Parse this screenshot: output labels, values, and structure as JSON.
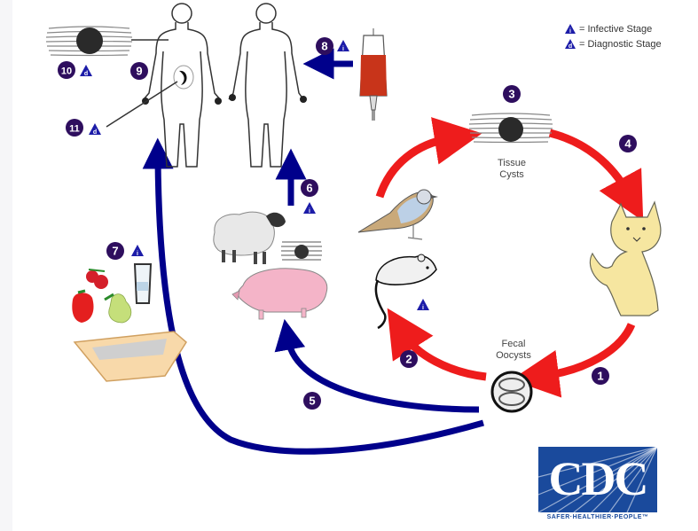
{
  "title": "Toxoplasma gondii life cycle",
  "legend": {
    "infective": {
      "symbol": "i",
      "label": "= Infective Stage"
    },
    "diagnostic": {
      "symbol": "d",
      "label": "= Diagnostic Stage"
    }
  },
  "labels": {
    "tissue_cysts": [
      "Tissue",
      "Cysts"
    ],
    "fecal_oocysts": [
      "Fecal",
      "Oocysts"
    ]
  },
  "steps": [
    {
      "number": "1",
      "stage": null
    },
    {
      "number": "2",
      "stage": null
    },
    {
      "number": "3",
      "stage": null
    },
    {
      "number": "4",
      "stage": null
    },
    {
      "number": "5",
      "stage": null
    },
    {
      "number": "6",
      "stage": "i"
    },
    {
      "number": "7",
      "stage": "i"
    },
    {
      "number": "8",
      "stage": "i"
    },
    {
      "number": "9",
      "stage": null
    },
    {
      "number": "10",
      "stage": "d"
    },
    {
      "number": "11",
      "stage": "d"
    }
  ],
  "rodent_stage": "i",
  "logo": {
    "text": "CDC",
    "tagline": "SAFER·HEALTHIER·PEOPLE™"
  },
  "colors": {
    "red_arrow": "#ee1c1c",
    "blue_arrow": "#00008b",
    "badge": "#2e0e5e",
    "triangle": "#1c1ca8",
    "cdc_blue": "#1a4a9c"
  }
}
